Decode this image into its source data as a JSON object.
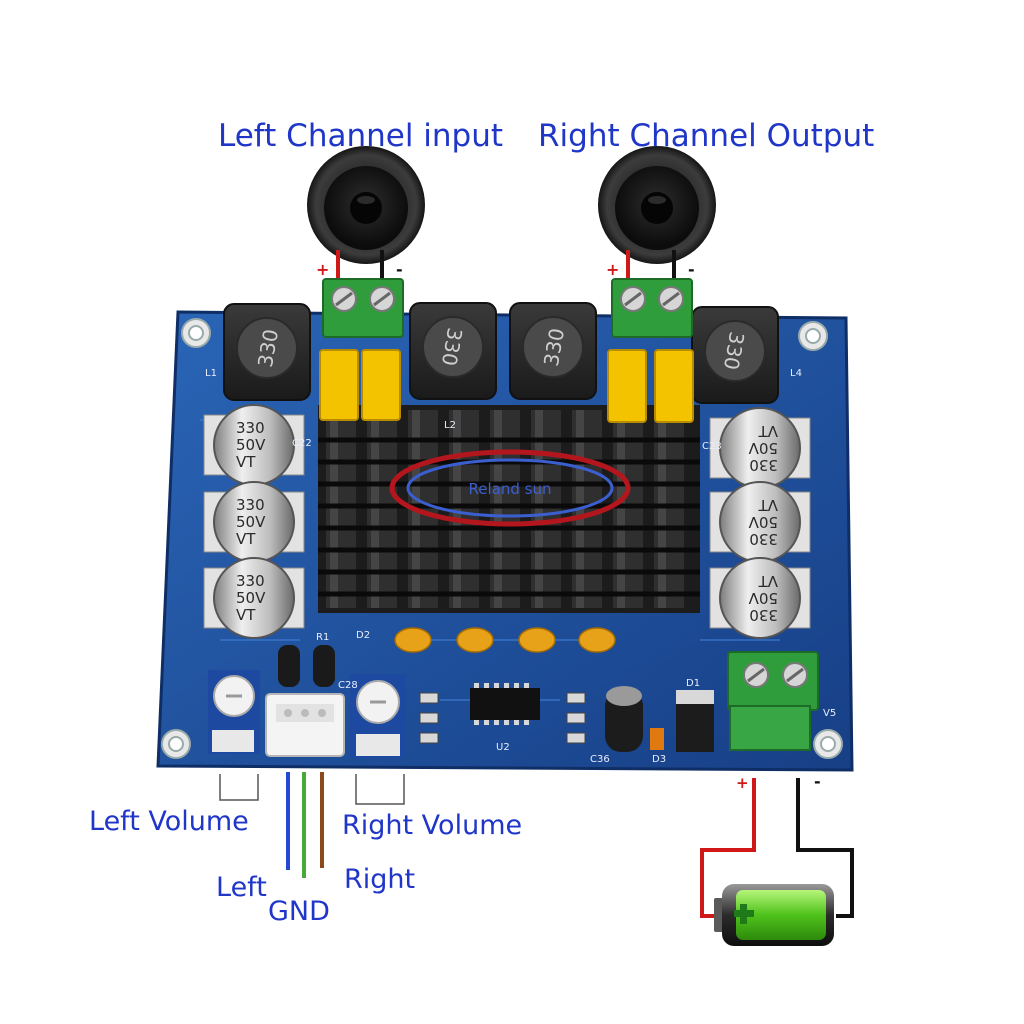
{
  "labels": {
    "left_channel": "Left Channel input",
    "right_channel": "Right Channel Output",
    "left_volume": "Left Volume",
    "right_volume": "Right Volume",
    "left": "Left",
    "gnd": "GND",
    "right": "Right"
  },
  "polarity": {
    "plus": "+",
    "minus": "-"
  },
  "board": {
    "inductor_marking": "330",
    "capacitor_value": "330",
    "capacitor_voltage": "50V",
    "capacitor_series": "VT",
    "watermark": "Reland sun",
    "silkscreen": {
      "l1": "L1",
      "l2": "L2",
      "l4": "L4",
      "c22": "C22",
      "c23": "C23",
      "c28": "C28",
      "c36": "C36",
      "r1": "R1",
      "d1": "D1",
      "d2": "D2",
      "d3": "D3",
      "u2": "U2",
      "v5": "V5"
    }
  },
  "colors": {
    "label_blue": "#1f36c8",
    "pcb_blue": "#1d4f9c",
    "wire_red": "#d01818",
    "wire_black": "#111111",
    "terminal_green": "#2f9d3c",
    "cap_yellow": "#f3c300",
    "battery_green": "#5fd12a",
    "gnd_green": "#49a83a",
    "left_blue": "#2447d6",
    "right_brown": "#8a4a1c"
  },
  "icons": [
    "speaker-icon",
    "battery-icon",
    "plus-icon"
  ]
}
